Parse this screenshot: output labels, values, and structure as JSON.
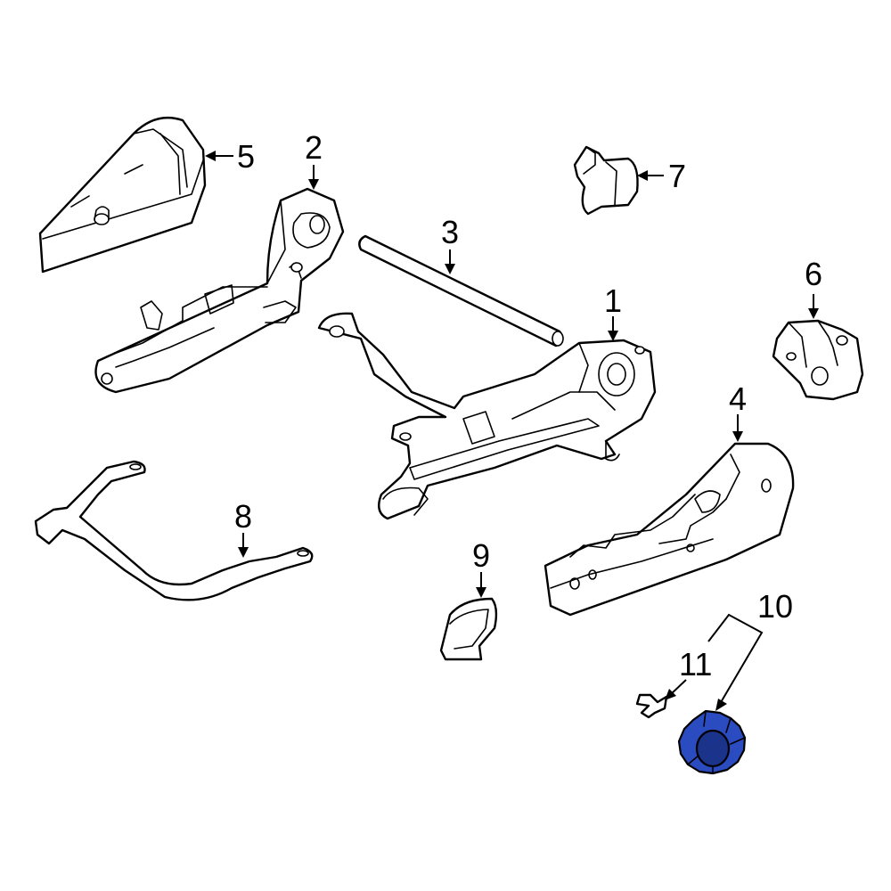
{
  "callouts": {
    "c1": "1",
    "c2": "2",
    "c3": "3",
    "c4": "4",
    "c5": "5",
    "c6": "6",
    "c7": "7",
    "c8": "8",
    "c9": "9",
    "c10": "10",
    "c11": "11"
  },
  "colors": {
    "highlight": "#2b4cc0",
    "highlight_shadow": "#1b338a"
  },
  "highlighted_part": "10"
}
